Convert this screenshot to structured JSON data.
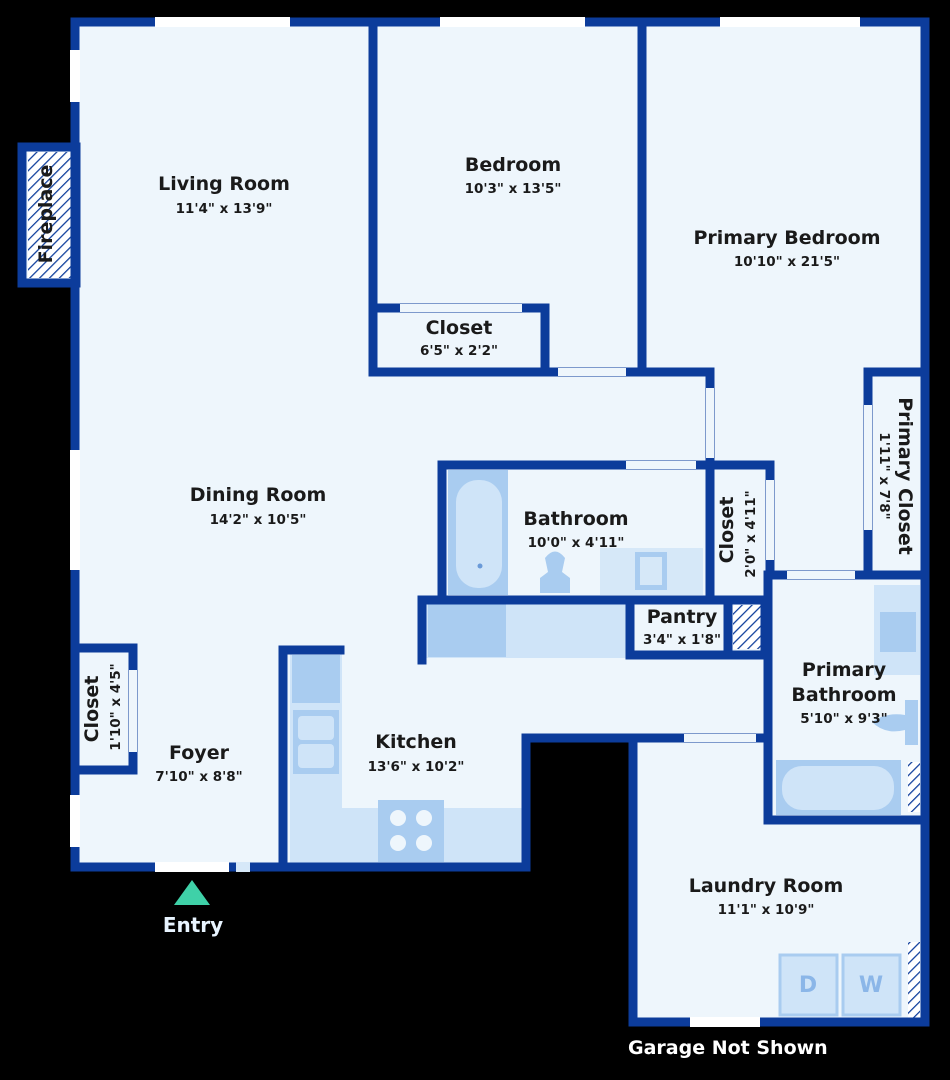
{
  "colors": {
    "wall": "#0c3c9b",
    "floor": "#eef6fc",
    "fixture": "#a9ccf0",
    "counter": "#cfe4f8",
    "window": "#ffffff",
    "entry_marker": "#3fd1a8"
  },
  "rooms": {
    "living": {
      "name": "Living Room",
      "dims": "11'4\" x 13'9\""
    },
    "bedroom": {
      "name": "Bedroom",
      "dims": "10'3\" x 13'5\""
    },
    "primary_bedroom": {
      "name": "Primary Bedroom",
      "dims": "10'10\" x 21'5\""
    },
    "bedroom_closet": {
      "name": "Closet",
      "dims": "6'5\" x 2'2\""
    },
    "fireplace": {
      "name": "Fireplace"
    },
    "dining": {
      "name": "Dining Room",
      "dims": "14'2\" x 10'5\""
    },
    "bathroom": {
      "name": "Bathroom",
      "dims": "10'0\" x 4'11\""
    },
    "hall_closet": {
      "name": "Closet",
      "dims": "2'0\" x 4'11\""
    },
    "primary_closet": {
      "name": "Primary Closet",
      "dims": "1'11\" x 7'8\""
    },
    "pantry": {
      "name": "Pantry",
      "dims": "3'4\" x 1'8\""
    },
    "primary_bathroom": {
      "name_line1": "Primary",
      "name_line2": "Bathroom",
      "dims": "5'10\" x 9'3\""
    },
    "foyer_closet": {
      "name": "Closet",
      "dims": "1'10\" x 4'5\""
    },
    "foyer": {
      "name": "Foyer",
      "dims": "7'10\" x 8'8\""
    },
    "kitchen": {
      "name": "Kitchen",
      "dims": "13'6\" x 10'2\""
    },
    "laundry": {
      "name": "Laundry Room",
      "dims": "11'1\" x 10'9\""
    }
  },
  "appliances": {
    "dryer": "D",
    "washer": "W"
  },
  "labels": {
    "entry": "Entry",
    "garage_note": "Garage Not Shown"
  }
}
